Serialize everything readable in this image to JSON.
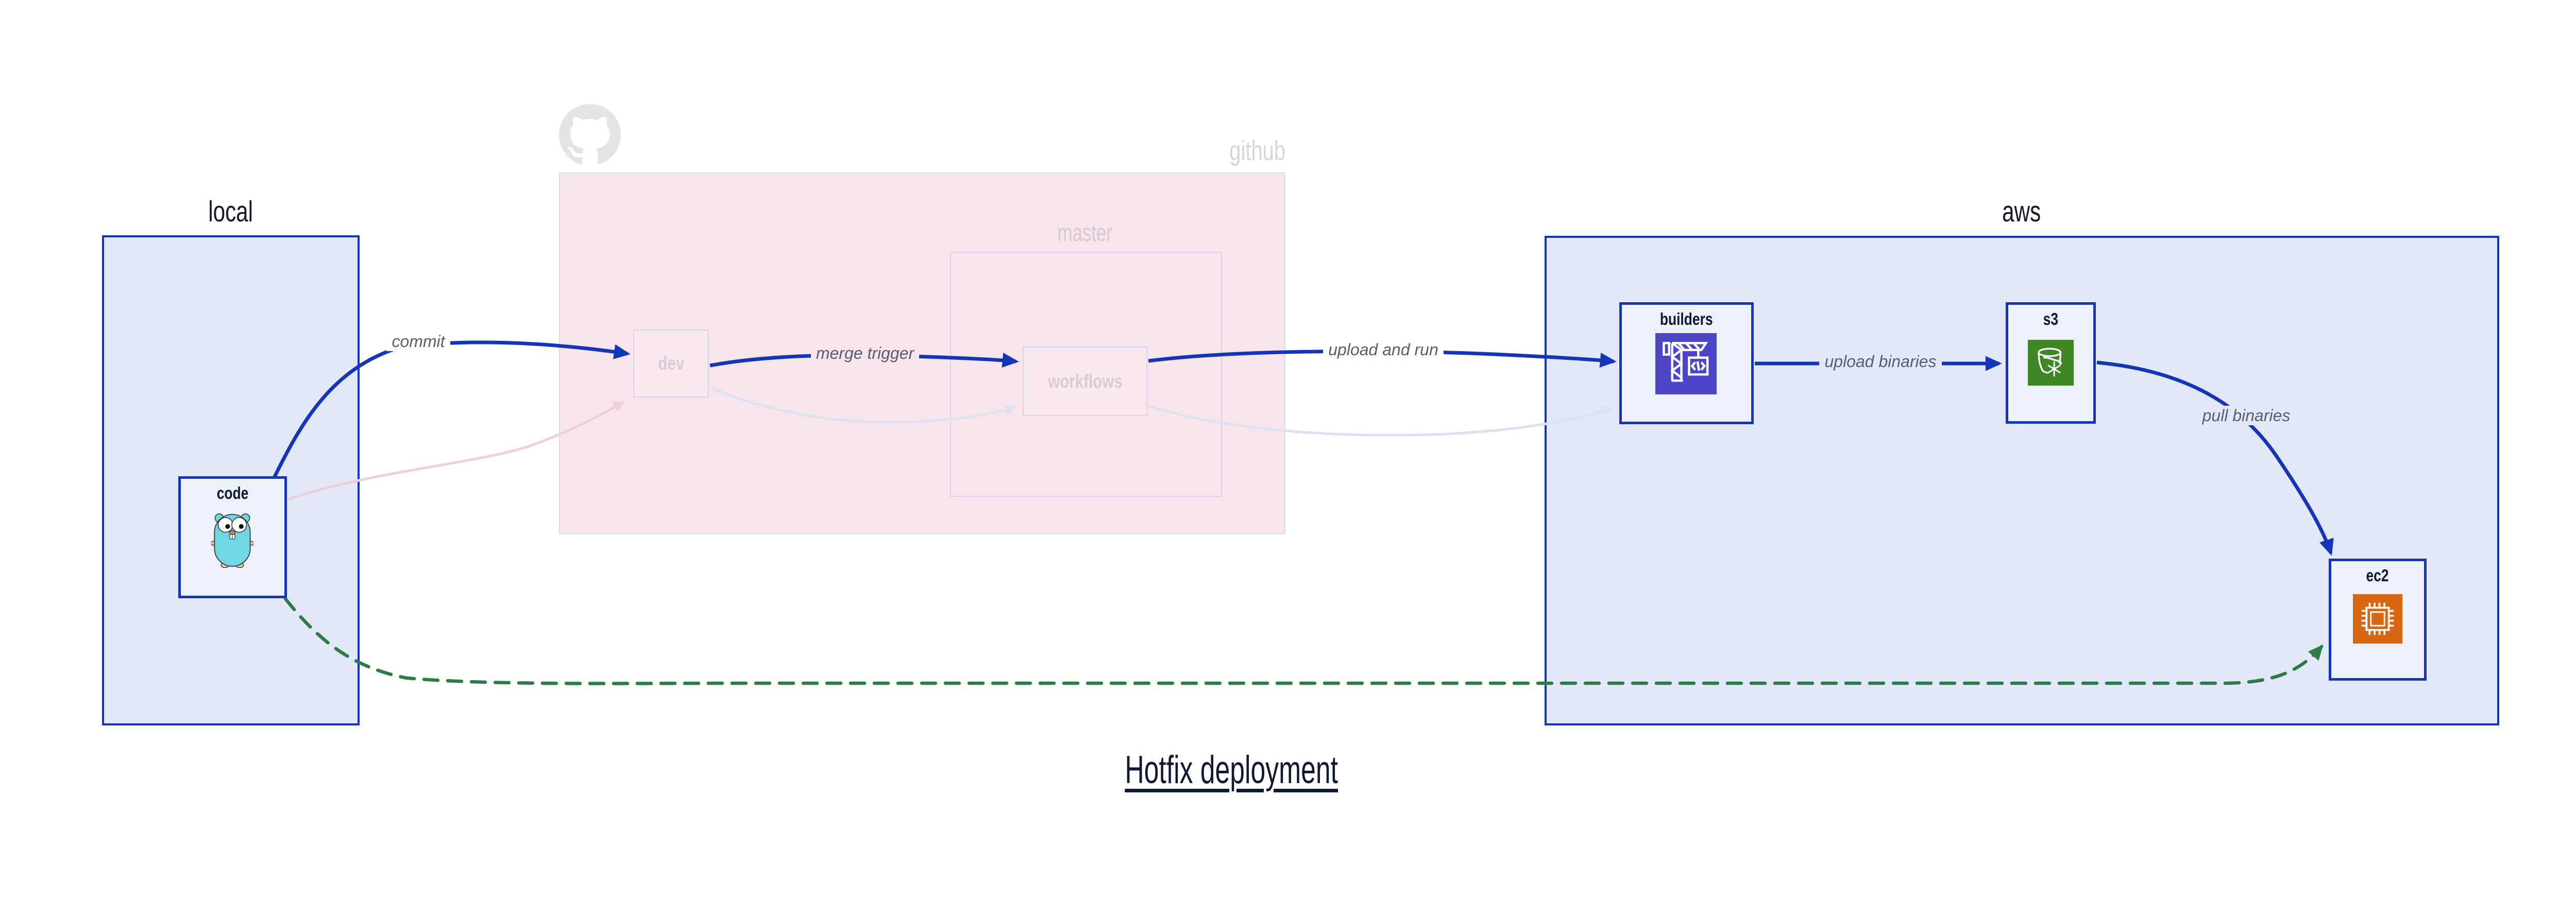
{
  "title": "Hotfix deployment",
  "groups": {
    "local": {
      "label": "local"
    },
    "github": {
      "label": "github",
      "master": {
        "label": "master"
      }
    },
    "aws": {
      "label": "aws"
    }
  },
  "nodes": {
    "code": {
      "label": "code",
      "icon": "go-gopher-icon"
    },
    "dev": {
      "label": "dev"
    },
    "workflows": {
      "label": "workflows"
    },
    "builders": {
      "label": "builders",
      "icon": "aws-codebuild-icon"
    },
    "s3": {
      "label": "s3",
      "icon": "aws-s3-glacier-icon"
    },
    "ec2": {
      "label": "ec2",
      "icon": "aws-ec2-icon"
    }
  },
  "edges": {
    "commit": {
      "label": "commit",
      "from": "code",
      "to": "dev",
      "style": "solid-blue"
    },
    "merge_trigger": {
      "label": "merge trigger",
      "from": "dev",
      "to": "workflows",
      "style": "solid-blue"
    },
    "upload_and_run": {
      "label": "upload and run",
      "from": "workflows",
      "to": "builders",
      "style": "solid-blue"
    },
    "upload_binaries": {
      "label": "upload binaries",
      "from": "builders",
      "to": "s3",
      "style": "solid-blue"
    },
    "pull_binaries": {
      "label": "pull binaries",
      "from": "s3",
      "to": "ec2",
      "style": "solid-blue"
    },
    "hotfix_direct": {
      "label": "",
      "from": "code",
      "to": "ec2",
      "style": "dashed-green"
    }
  },
  "colors": {
    "accent_blue": "#1535b8",
    "group_fill": "#e2e8f8",
    "node_fill": "#edf1fb",
    "github_fill": "#f8e5eb",
    "faded_border": "#d9d3ea",
    "faded_text": "#d8cbd7",
    "edge_label_text": "#585d70",
    "hotfix_green": "#2c7c46",
    "ghost_pink_edge": "#f0cfdb",
    "ghost_lavender_edge": "#dee1f3",
    "codebuild_icon_bg": "#4d45c8",
    "s3_icon_bg": "#3f8624",
    "ec2_icon_bg": "#d86613",
    "gopher_body": "#6fd7e3",
    "github_gray": "#d7d7d7"
  }
}
